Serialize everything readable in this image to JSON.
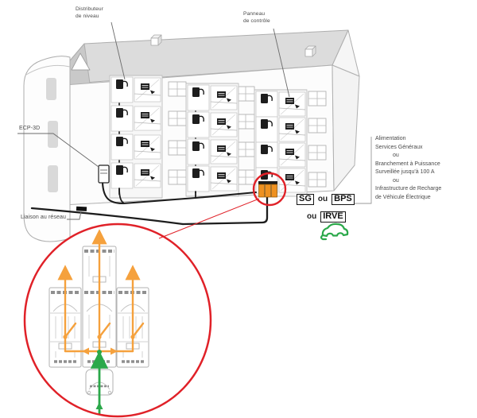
{
  "diagram": {
    "labels": {
      "distributeur": "Distributeur\nde niveau",
      "panneau": "Panneau\nde contrôle",
      "ecp": "ECP-3D",
      "liaison": "Liaison au réseau"
    },
    "annotation": {
      "lines": [
        "Alimentation",
        "Services Généraux",
        "ou",
        "Branchement à Puissance",
        "Surveillée jusqu'à 100 A",
        "ou",
        "Infrastructure de Recharge",
        "de Véhicule Électrique"
      ]
    },
    "badges": {
      "sg": "SG",
      "ou_a": "ou",
      "bps": "BPS",
      "ou_b": "ou",
      "irve": "IRVE"
    },
    "colors": {
      "accent_red": "#e02128",
      "accent_orange": "#ee9120",
      "arrow_orange": "#f5a13d",
      "accent_green": "#2ba84a",
      "cable_black": "#1d1d1d"
    },
    "icons": {
      "ev_car": "ev-car-icon",
      "zoom_callout": "magnifier-ellipse"
    }
  }
}
